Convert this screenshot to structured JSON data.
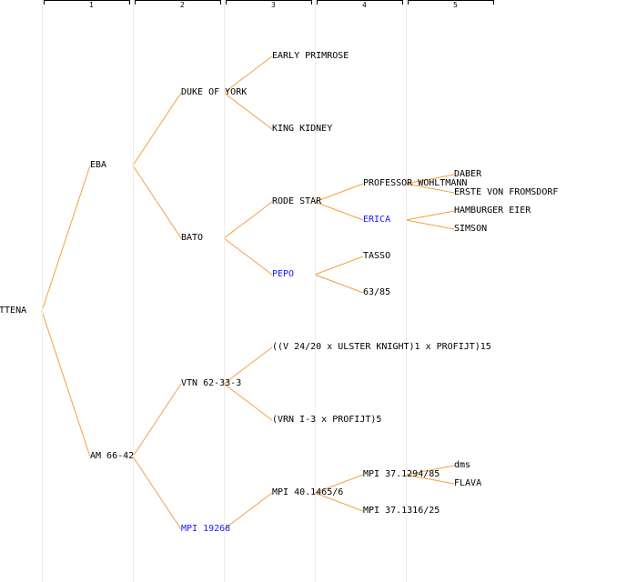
{
  "colors": {
    "line": "#f5a040",
    "link": "#1a1aff",
    "text": "#000000",
    "grid": "#ececec"
  },
  "generations": [
    "1",
    "2",
    "3",
    "4",
    "5"
  ],
  "nodes": [
    {
      "id": "n0",
      "label": "OTTENA",
      "gen": 0,
      "row": 16,
      "link": false
    },
    {
      "id": "n1",
      "label": "EBA",
      "gen": 1,
      "row": 8,
      "link": false
    },
    {
      "id": "n2",
      "label": "AM 66-42",
      "gen": 1,
      "row": 24,
      "link": false
    },
    {
      "id": "n3",
      "label": "DUKE OF YORK",
      "gen": 2,
      "row": 4,
      "link": false
    },
    {
      "id": "n4",
      "label": "BATO",
      "gen": 2,
      "row": 12,
      "link": false
    },
    {
      "id": "n5",
      "label": "VTN 62-33-3",
      "gen": 2,
      "row": 20,
      "link": false
    },
    {
      "id": "n6",
      "label": "MPI 19268",
      "gen": 2,
      "row": 28,
      "link": true
    },
    {
      "id": "n7",
      "label": "EARLY PRIMROSE",
      "gen": 3,
      "row": 2,
      "link": false
    },
    {
      "id": "n8",
      "label": "KING KIDNEY",
      "gen": 3,
      "row": 6,
      "link": false
    },
    {
      "id": "n9",
      "label": "RODE STAR",
      "gen": 3,
      "row": 10,
      "link": false
    },
    {
      "id": "n10",
      "label": "PEPO",
      "gen": 3,
      "row": 14,
      "link": true
    },
    {
      "id": "n11",
      "label": "((V 24/20 x ULSTER KNIGHT)1 x PROFIJT)15",
      "gen": 3,
      "row": 18,
      "link": false
    },
    {
      "id": "n12",
      "label": "(VRN I-3 x PROFIJT)5",
      "gen": 3,
      "row": 22,
      "link": false
    },
    {
      "id": "n13",
      "label": "MPI 40.1465/6",
      "gen": 3,
      "row": 26,
      "link": false
    },
    {
      "id": "n14",
      "label": "PROFESSOR WOHLTMANN",
      "gen": 4,
      "row": 9,
      "link": false
    },
    {
      "id": "n15",
      "label": "ERICA",
      "gen": 4,
      "row": 11,
      "link": true
    },
    {
      "id": "n16",
      "label": "TASSO",
      "gen": 4,
      "row": 13,
      "link": false
    },
    {
      "id": "n17",
      "label": "63/85",
      "gen": 4,
      "row": 15,
      "link": false
    },
    {
      "id": "n18",
      "label": "MPI 37.1294/85",
      "gen": 4,
      "row": 25,
      "link": false
    },
    {
      "id": "n19",
      "label": "MPI 37.1316/25",
      "gen": 4,
      "row": 27,
      "link": false
    },
    {
      "id": "n20",
      "label": "DABER",
      "gen": 5,
      "row": 8.5,
      "link": false
    },
    {
      "id": "n21",
      "label": "ERSTE VON FROMSDORF",
      "gen": 5,
      "row": 9.5,
      "link": false
    },
    {
      "id": "n22",
      "label": "HAMBURGER EIER",
      "gen": 5,
      "row": 10.5,
      "link": false
    },
    {
      "id": "n23",
      "label": "SIMSON",
      "gen": 5,
      "row": 11.5,
      "link": false
    },
    {
      "id": "n24",
      "label": "dms",
      "gen": 5,
      "row": 24.5,
      "link": false
    },
    {
      "id": "n25",
      "label": "FLAVA",
      "gen": 5,
      "row": 25.5,
      "link": false
    }
  ],
  "edges": [
    [
      "n0",
      "n1"
    ],
    [
      "n0",
      "n2"
    ],
    [
      "n1",
      "n3"
    ],
    [
      "n1",
      "n4"
    ],
    [
      "n2",
      "n5"
    ],
    [
      "n2",
      "n6"
    ],
    [
      "n3",
      "n7"
    ],
    [
      "n3",
      "n8"
    ],
    [
      "n4",
      "n9"
    ],
    [
      "n4",
      "n10"
    ],
    [
      "n5",
      "n11"
    ],
    [
      "n5",
      "n12"
    ],
    [
      "n6",
      "n13"
    ],
    [
      "n9",
      "n14"
    ],
    [
      "n9",
      "n15"
    ],
    [
      "n10",
      "n16"
    ],
    [
      "n10",
      "n17"
    ],
    [
      "n13",
      "n18"
    ],
    [
      "n13",
      "n19"
    ],
    [
      "n14",
      "n20"
    ],
    [
      "n14",
      "n21"
    ],
    [
      "n15",
      "n22"
    ],
    [
      "n15",
      "n23"
    ],
    [
      "n18",
      "n24"
    ],
    [
      "n18",
      "n25"
    ]
  ]
}
